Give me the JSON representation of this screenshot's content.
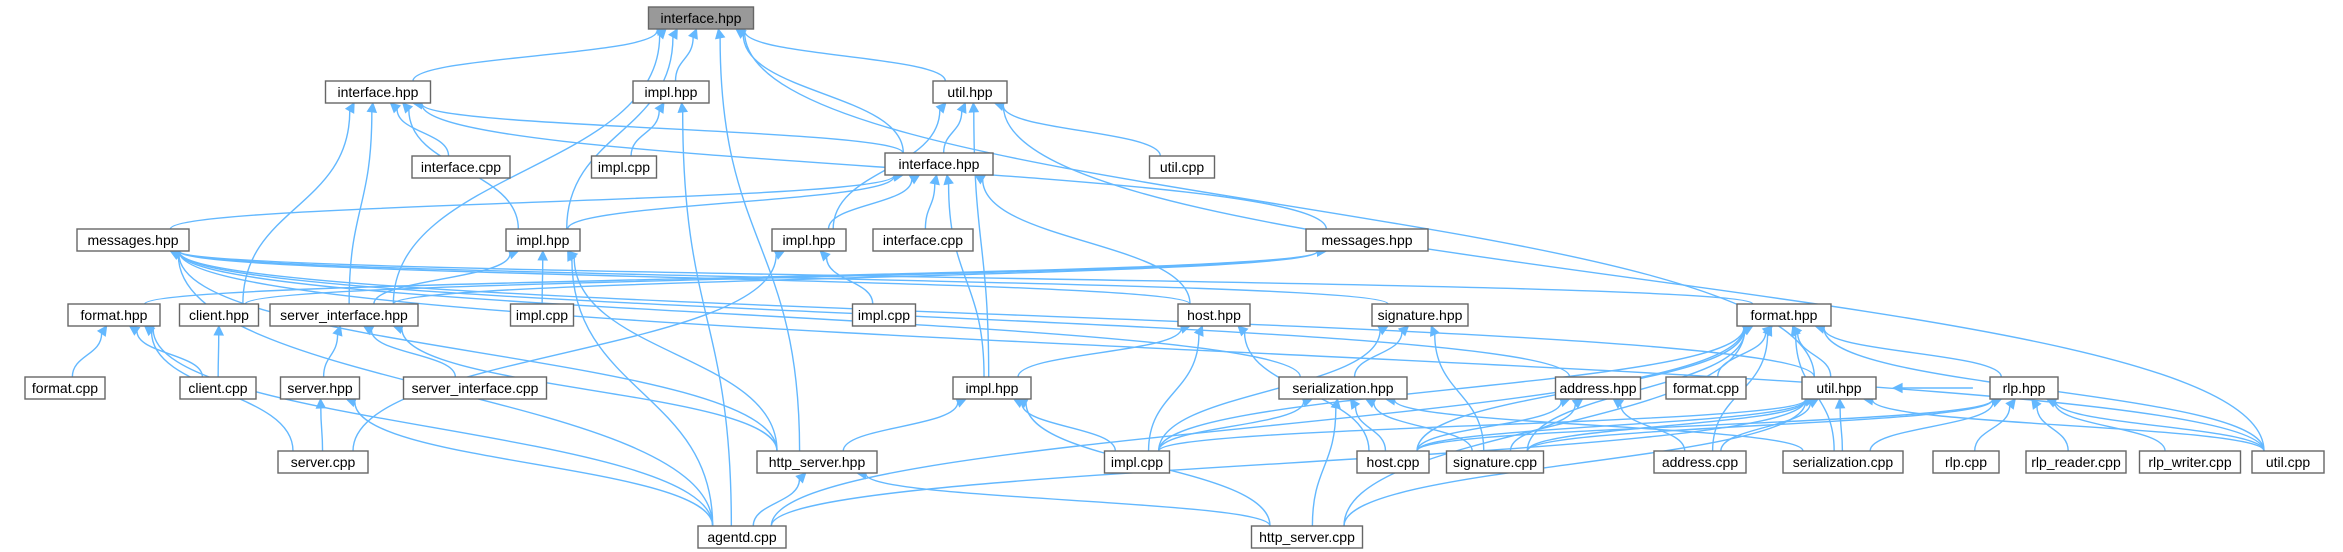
{
  "graph": {
    "nodes": [
      {
        "id": "n0",
        "label": "interface.hpp",
        "root": true
      },
      {
        "id": "n1",
        "label": "interface.hpp"
      },
      {
        "id": "n2",
        "label": "impl.hpp"
      },
      {
        "id": "n3",
        "label": "util.hpp"
      },
      {
        "id": "n4",
        "label": "interface.cpp"
      },
      {
        "id": "n5",
        "label": "impl.cpp"
      },
      {
        "id": "n6",
        "label": "interface.hpp"
      },
      {
        "id": "n7",
        "label": "util.cpp"
      },
      {
        "id": "n8",
        "label": "messages.hpp"
      },
      {
        "id": "n9",
        "label": "impl.hpp"
      },
      {
        "id": "n10",
        "label": "impl.hpp"
      },
      {
        "id": "n11",
        "label": "interface.cpp"
      },
      {
        "id": "n12",
        "label": "messages.hpp"
      },
      {
        "id": "n13",
        "label": "format.hpp"
      },
      {
        "id": "n14",
        "label": "client.hpp"
      },
      {
        "id": "n15",
        "label": "server_interface.hpp"
      },
      {
        "id": "n16",
        "label": "impl.cpp"
      },
      {
        "id": "n17",
        "label": "impl.cpp"
      },
      {
        "id": "n18",
        "label": "host.hpp"
      },
      {
        "id": "n19",
        "label": "signature.hpp"
      },
      {
        "id": "n20",
        "label": "format.hpp"
      },
      {
        "id": "n21",
        "label": "format.cpp"
      },
      {
        "id": "n22",
        "label": "client.cpp"
      },
      {
        "id": "n23",
        "label": "server.hpp"
      },
      {
        "id": "n24",
        "label": "server_interface.cpp"
      },
      {
        "id": "n25",
        "label": "impl.hpp"
      },
      {
        "id": "n26",
        "label": "serialization.hpp"
      },
      {
        "id": "n27",
        "label": "address.hpp"
      },
      {
        "id": "n28",
        "label": "format.cpp"
      },
      {
        "id": "n29",
        "label": "util.hpp"
      },
      {
        "id": "n30",
        "label": "rlp.hpp"
      },
      {
        "id": "n31",
        "label": "server.cpp"
      },
      {
        "id": "n32",
        "label": "http_server.hpp"
      },
      {
        "id": "n33",
        "label": "impl.cpp"
      },
      {
        "id": "n34",
        "label": "host.cpp"
      },
      {
        "id": "n35",
        "label": "signature.cpp"
      },
      {
        "id": "n36",
        "label": "address.cpp"
      },
      {
        "id": "n37",
        "label": "serialization.cpp"
      },
      {
        "id": "n38",
        "label": "rlp.cpp"
      },
      {
        "id": "n39",
        "label": "rlp_reader.cpp"
      },
      {
        "id": "n40",
        "label": "rlp_writer.cpp"
      },
      {
        "id": "n41",
        "label": "util.cpp"
      },
      {
        "id": "n42",
        "label": "agentd.cpp"
      },
      {
        "id": "n43",
        "label": "http_server.cpp"
      }
    ],
    "edges": [
      [
        "n1",
        "n0"
      ],
      [
        "n2",
        "n0"
      ],
      [
        "n3",
        "n0"
      ],
      [
        "n6",
        "n0"
      ],
      [
        "n9",
        "n0"
      ],
      [
        "n15",
        "n0"
      ],
      [
        "n29",
        "n0"
      ],
      [
        "n32",
        "n0"
      ],
      [
        "n4",
        "n1"
      ],
      [
        "n6",
        "n1"
      ],
      [
        "n9",
        "n1"
      ],
      [
        "n8",
        "n1"
      ],
      [
        "n14",
        "n1"
      ],
      [
        "n15",
        "n1"
      ],
      [
        "n5",
        "n2"
      ],
      [
        "n42",
        "n2"
      ],
      [
        "n7",
        "n3"
      ],
      [
        "n6",
        "n3"
      ],
      [
        "n10",
        "n3"
      ],
      [
        "n25",
        "n3"
      ],
      [
        "n41",
        "n3"
      ],
      [
        "n11",
        "n6"
      ],
      [
        "n9",
        "n6"
      ],
      [
        "n10",
        "n6"
      ],
      [
        "n12",
        "n6"
      ],
      [
        "n18",
        "n6"
      ],
      [
        "n25",
        "n6"
      ],
      [
        "n13",
        "n8"
      ],
      [
        "n14",
        "n8"
      ],
      [
        "n15",
        "n8"
      ],
      [
        "n15",
        "n9"
      ],
      [
        "n16",
        "n9"
      ],
      [
        "n32",
        "n9"
      ],
      [
        "n42",
        "n9"
      ],
      [
        "n17",
        "n10"
      ],
      [
        "n31",
        "n10"
      ],
      [
        "n18",
        "n12"
      ],
      [
        "n19",
        "n12"
      ],
      [
        "n20",
        "n12"
      ],
      [
        "n26",
        "n12"
      ],
      [
        "n27",
        "n12"
      ],
      [
        "n29",
        "n12"
      ],
      [
        "n32",
        "n12"
      ],
      [
        "n42",
        "n12"
      ],
      [
        "n41",
        "n12"
      ],
      [
        "n21",
        "n13"
      ],
      [
        "n22",
        "n13"
      ],
      [
        "n31",
        "n13"
      ],
      [
        "n42",
        "n13"
      ],
      [
        "n22",
        "n14"
      ],
      [
        "n23",
        "n15"
      ],
      [
        "n24",
        "n15"
      ],
      [
        "n32",
        "n15"
      ],
      [
        "n25",
        "n18"
      ],
      [
        "n33",
        "n18"
      ],
      [
        "n34",
        "n18"
      ],
      [
        "n26",
        "n19"
      ],
      [
        "n33",
        "n19"
      ],
      [
        "n35",
        "n19"
      ],
      [
        "n28",
        "n20"
      ],
      [
        "n29",
        "n20"
      ],
      [
        "n30",
        "n20"
      ],
      [
        "n33",
        "n20"
      ],
      [
        "n34",
        "n20"
      ],
      [
        "n35",
        "n20"
      ],
      [
        "n36",
        "n20"
      ],
      [
        "n37",
        "n20"
      ],
      [
        "n41",
        "n20"
      ],
      [
        "n42",
        "n20"
      ],
      [
        "n43",
        "n20"
      ],
      [
        "n31",
        "n23"
      ],
      [
        "n42",
        "n23"
      ],
      [
        "n32",
        "n25"
      ],
      [
        "n33",
        "n25"
      ],
      [
        "n43",
        "n25"
      ],
      [
        "n33",
        "n26"
      ],
      [
        "n34",
        "n26"
      ],
      [
        "n35",
        "n26"
      ],
      [
        "n37",
        "n26"
      ],
      [
        "n43",
        "n26"
      ],
      [
        "n34",
        "n27"
      ],
      [
        "n35",
        "n27"
      ],
      [
        "n36",
        "n27"
      ],
      [
        "n30",
        "n29"
      ],
      [
        "n33",
        "n29"
      ],
      [
        "n34",
        "n29"
      ],
      [
        "n35",
        "n29"
      ],
      [
        "n36",
        "n29"
      ],
      [
        "n37",
        "n29"
      ],
      [
        "n41",
        "n29"
      ],
      [
        "n42",
        "n29"
      ],
      [
        "n43",
        "n29"
      ],
      [
        "n34",
        "n30"
      ],
      [
        "n35",
        "n30"
      ],
      [
        "n37",
        "n30"
      ],
      [
        "n38",
        "n30"
      ],
      [
        "n39",
        "n30"
      ],
      [
        "n40",
        "n30"
      ],
      [
        "n41",
        "n30"
      ],
      [
        "n42",
        "n32"
      ],
      [
        "n43",
        "n32"
      ]
    ]
  }
}
